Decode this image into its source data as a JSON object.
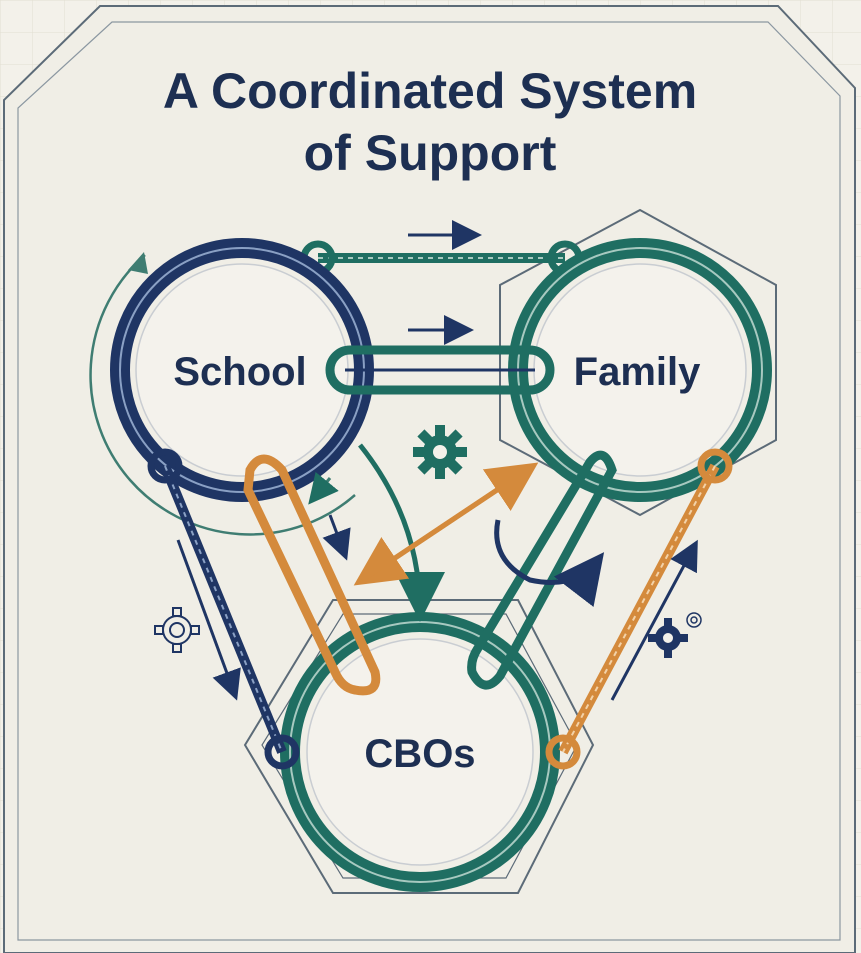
{
  "diagram": {
    "title_line1": "A Coordinated System",
    "title_line2": "of Support",
    "nodes": {
      "school": "School",
      "family": "Family",
      "cbos": "CBOs"
    }
  },
  "colors": {
    "background": "#f3f1ea",
    "navy": "#1f3564",
    "teal": "#1f6e62",
    "orange": "#d48a3c",
    "text": "#1d2f52",
    "frame": "#5c6b78"
  },
  "icons": [
    "gear-icon",
    "gear-outline-icon",
    "arrow-icon"
  ]
}
